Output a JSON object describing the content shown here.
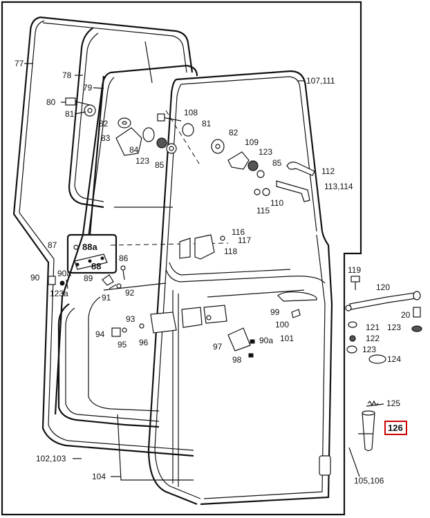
{
  "title": "",
  "highlight": {
    "label": "126",
    "color": "#cc0000"
  },
  "labels": {
    "l77": "77",
    "l78": "78",
    "l79": "79",
    "l80": "80",
    "l81a": "81",
    "l81b": "81",
    "l82a": "82",
    "l82b": "82",
    "l83": "83",
    "l84": "84",
    "l85a": "85",
    "l85b": "85",
    "l86": "86",
    "l87": "87",
    "l88a": "88a",
    "l88": "88",
    "l89": "89",
    "l90": "90",
    "l90a": "90a",
    "l90a2": "90a",
    "l91": "91",
    "l92": "92",
    "l93": "93",
    "l94": "94",
    "l95": "95",
    "l96": "96",
    "l97": "97",
    "l98": "98",
    "l99": "99",
    "l100": "100",
    "l101": "101",
    "l102": "102,103",
    "l104": "104",
    "l105": "105,106",
    "l107": "107,111",
    "l108": "108",
    "l109": "109",
    "l110": "110",
    "l112": "112",
    "l113": "113,114",
    "l115": "115",
    "l116": "116",
    "l117": "117",
    "l118": "118",
    "l119": "119",
    "l120": "120",
    "l121": "121",
    "l122": "122",
    "l123a": "123",
    "l123b": "123",
    "l123c": "123",
    "l123d": "123",
    "l123e": "123a",
    "l124": "124",
    "l125": "125",
    "l20": "20"
  }
}
